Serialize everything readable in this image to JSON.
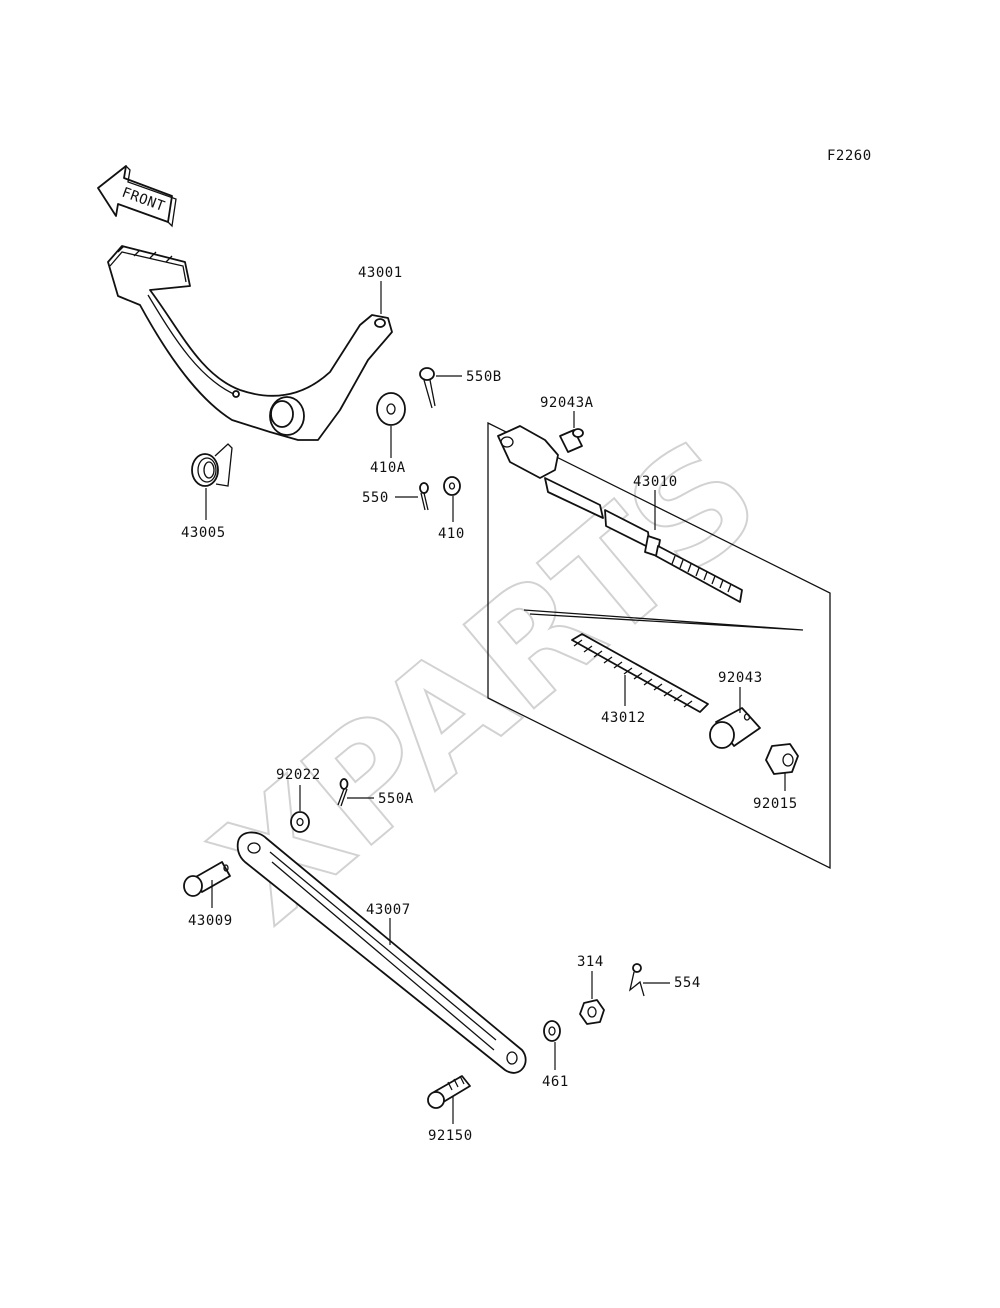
{
  "diagram_code": "F2260",
  "front_marker": "FRONT",
  "watermark": "XPARTS",
  "parts": {
    "p43001": "43001",
    "p550B": "550B",
    "p410A": "410A",
    "p550": "550",
    "p410": "410",
    "p43005": "43005",
    "p92043A": "92043A",
    "p43010": "43010",
    "p43012": "43012",
    "p92043": "92043",
    "p92015": "92015",
    "p92022": "92022",
    "p550A": "550A",
    "p43009": "43009",
    "p43007": "43007",
    "p314": "314",
    "p554": "554",
    "p461": "461",
    "p92150": "92150"
  }
}
